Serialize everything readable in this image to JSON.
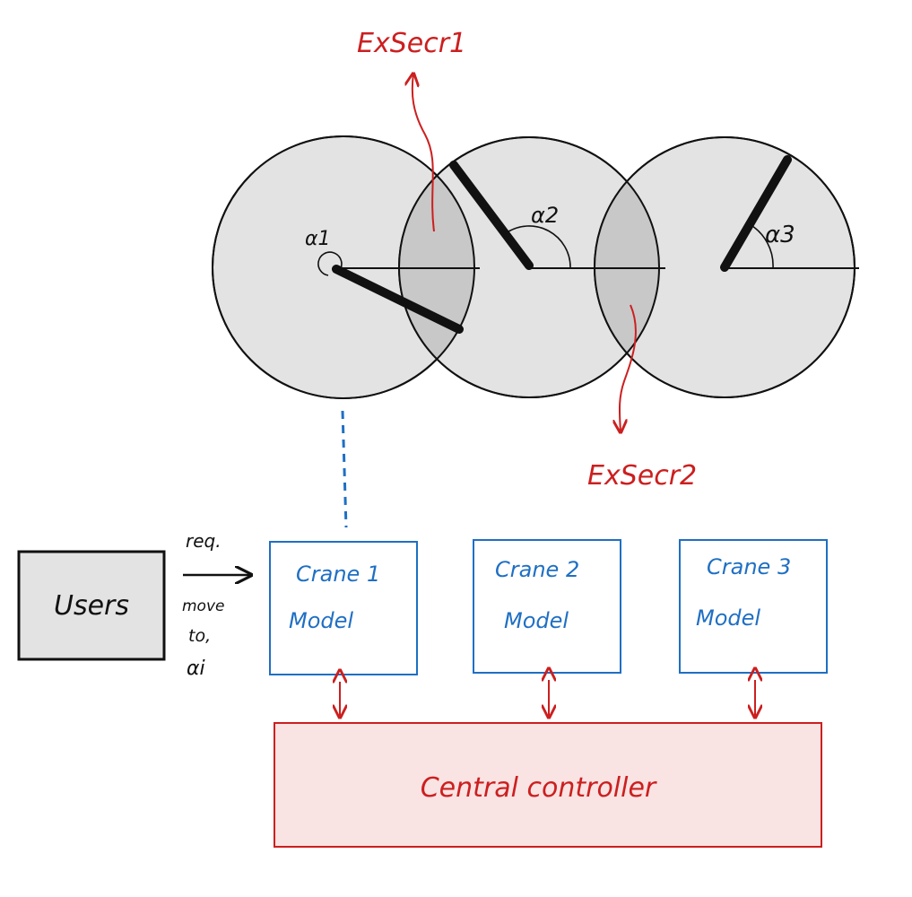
{
  "colors": {
    "circle_fill": "#e3e3e3",
    "overlap_fill": "#c8c8c8",
    "red": "#cc1f1f",
    "blue": "#1f6fc4",
    "controller_fill": "#fae3e3",
    "users_fill": "#e3e3e3"
  },
  "labels": {
    "exsec1": "ExSecr1",
    "exsec2": "ExSecr2",
    "alpha1": "α1",
    "alpha2": "α2",
    "alpha3": "α3",
    "users": "Users",
    "req_top": "req.",
    "req_move": "move",
    "req_to": "to,",
    "req_alpha": "αi",
    "crane1_line1": "Crane 1",
    "crane1_line2": "Model",
    "crane2_line1": "Crane 2",
    "crane2_line2": "Model",
    "crane3_line1": "Crane 3",
    "crane3_line2": "Model",
    "controller": "Central controller"
  }
}
